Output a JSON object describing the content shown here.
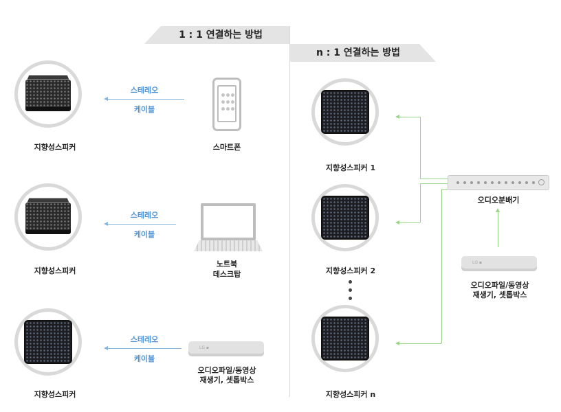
{
  "headers": {
    "one_to_one": "1 : 1 연결하는 방법",
    "n_to_one": "n : 1 연결하는 방법"
  },
  "cable": {
    "line1": "스테레오",
    "line2": "케이블"
  },
  "left": {
    "rows": [
      {
        "speaker_label": "지향성스피커",
        "source_label": "스마트폰"
      },
      {
        "speaker_label": "지향성스피커",
        "source_label_1": "노트북",
        "source_label_2": "데스크탑"
      },
      {
        "speaker_label": "지향성스피커",
        "source_label_1": "오디오파일/동영상",
        "source_label_2": "재생기, 셋톱박스"
      }
    ]
  },
  "right": {
    "speakers": [
      {
        "label": "지향성스피커 1"
      },
      {
        "label": "지향성스피커 2"
      },
      {
        "label": "지향성스피커 n"
      }
    ],
    "splitter_label": "오디오분배기",
    "source_label_1": "오디오파일/동영상",
    "source_label_2": "재생기, 셋톱박스"
  },
  "colors": {
    "blue_text": "#4f93d6",
    "blue_arrow": "#86b4e0",
    "green_line": "#9bd38a",
    "header_bg": "#e4e4e4"
  }
}
